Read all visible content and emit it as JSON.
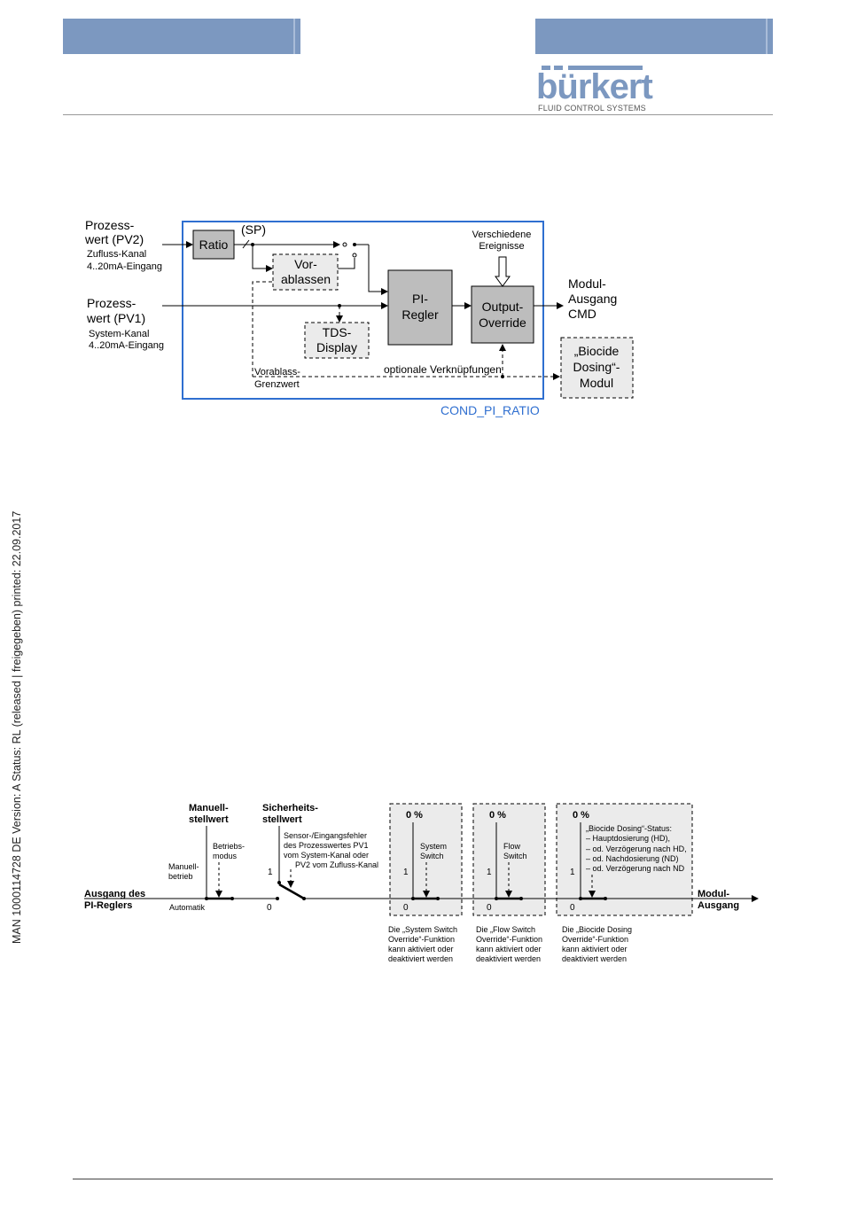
{
  "header": {
    "logo_word": "bürkert",
    "logo_tagline": "FLUID CONTROL SYSTEMS"
  },
  "sidebar_text": "MAN  1000114728  DE  Version: A Status: RL (released | freigegeben)  printed: 22.09.2017",
  "diagram1": {
    "container_label": "COND_PI_RATIO",
    "input_pv2": {
      "title_1": "Prozess-",
      "title_2": "wert (PV2)",
      "sub_1": "Zufluss-Kanal",
      "sub_2": "4..20mA-Eingang"
    },
    "input_pv1": {
      "title_1": "Prozess-",
      "title_2": "wert (PV1)",
      "sub_1": "System-Kanal",
      "sub_2": "4..20mA-Eingang"
    },
    "sp_label": "(SP)",
    "ratio_block": "Ratio",
    "vorablassen_1": "Vor-",
    "vorablassen_2": "ablassen",
    "tds_1": "TDS-",
    "tds_2": "Display",
    "pi_1": "PI-",
    "pi_2": "Regler",
    "override_1": "Output-",
    "override_2": "Override",
    "events_1": "Verschiedene",
    "events_2": "Ereignisse",
    "output_1": "Modul-",
    "output_2": "Ausgang",
    "output_3": "CMD",
    "limit_1": "Vorablass-",
    "limit_2": "Grenzwert",
    "optional_links": "optionale Verknüpfungen",
    "biocide_1": "„Biocide",
    "biocide_2": "Dosing“-",
    "biocide_3": "Modul"
  },
  "diagram2": {
    "input_1": "Ausgang des",
    "input_2": "PI-Reglers",
    "manual_1": "Manuell-",
    "manual_2": "stellwert",
    "mode_1": "Betriebs-",
    "mode_2": "modus",
    "manual_op_1": "Manuell-",
    "manual_op_2": "betrieb",
    "automatic": "Automatik",
    "safety_1": "Sicherheits-",
    "safety_2": "stellwert",
    "fault_1": "Sensor-/Eingangsfehler",
    "fault_2": "des Prozesswertes PV1",
    "fault_3": "vom System-Kanal oder",
    "fault_4": "PV2 vom Zufluss-Kanal",
    "zero_percent": "0 %",
    "one": "1",
    "zero": "0",
    "sys_switch_1": "System",
    "sys_switch_2": "Switch",
    "flow_switch_1": "Flow",
    "flow_switch_2": "Switch",
    "biocide_status_1": "„Biocide Dosing“-Status:",
    "biocide_status_2": "– Hauptdosierung (HD),",
    "biocide_status_3": "– od. Verzögerung nach HD,",
    "biocide_status_4": "– od. Nachdosierung (ND)",
    "biocide_status_5": "– od. Verzögerung nach ND",
    "output_1": "Modul-",
    "output_2": "Ausgang",
    "note_sys_1": "Die „System Switch",
    "note_sys_2": "Override“-Funktion",
    "note_sys_3": "kann aktiviert oder",
    "note_sys_4": "deaktiviert werden",
    "note_flow_1": "Die „Flow Switch",
    "note_flow_2": "Override“-Funktion",
    "note_flow_3": "kann aktiviert oder",
    "note_flow_4": "deaktiviert werden",
    "note_bio_1": "Die „Biocide Dosing",
    "note_bio_2": "Override“-Funktion",
    "note_bio_3": "kann aktiviert oder",
    "note_bio_4": "deaktiviert werden"
  },
  "colors": {
    "accent_blue": "#7c98c0",
    "container_blue": "#2f6fd0",
    "block_gray": "#bdbdbd",
    "dashed_fill": "#ebebeb"
  }
}
